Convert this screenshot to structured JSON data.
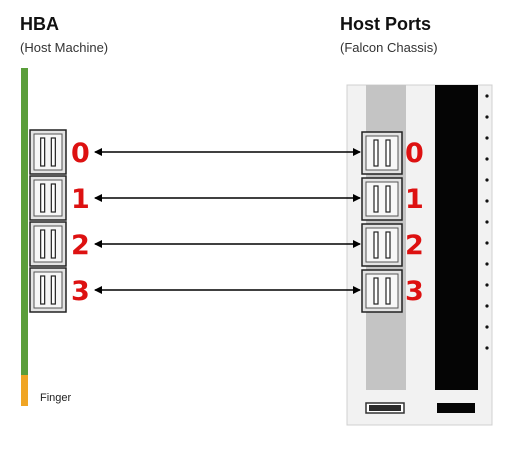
{
  "hba": {
    "title": "HBA",
    "subtitle": "(Host Machine)",
    "finger_label": "Finger",
    "bar_color": "#5a9e3a",
    "finger_color": "#f0a524"
  },
  "host_ports": {
    "title": "Host Ports",
    "subtitle": "(Falcon Chassis)"
  },
  "port_number_color": "#dd1111",
  "ports": [
    {
      "number": "0"
    },
    {
      "number": "1"
    },
    {
      "number": "2"
    },
    {
      "number": "3"
    }
  ],
  "connection_style": "double-headed arrow, each HBA port to the host port with the same number"
}
